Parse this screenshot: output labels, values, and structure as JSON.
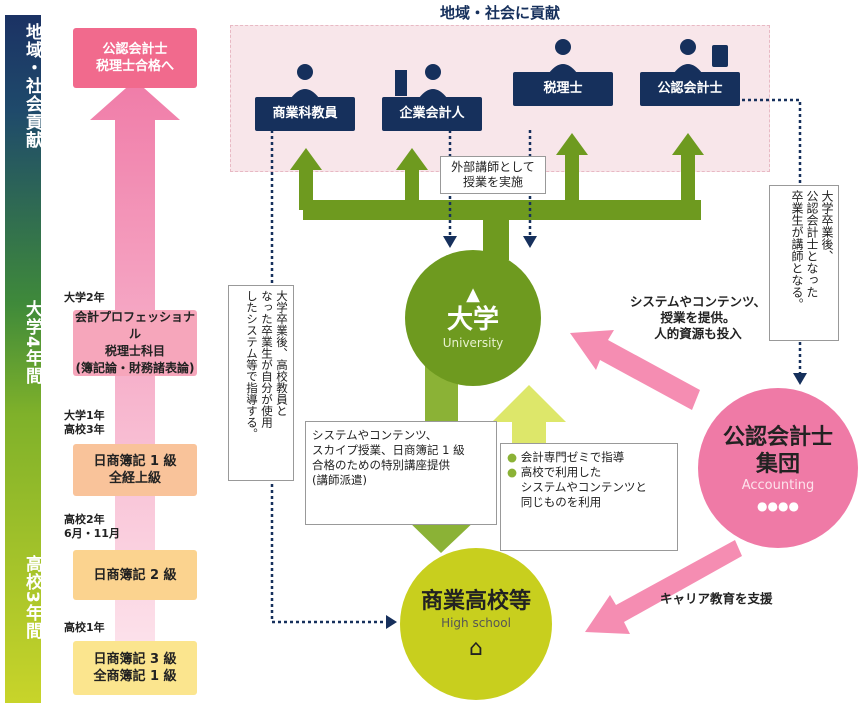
{
  "top_title": "地域・社会に貢献",
  "left_bar": {
    "community": "地域・社会貢献",
    "university": "大学4年間",
    "highschool": "高校3年間"
  },
  "steps": [
    {
      "label": "公認会計士\n税理士合格へ"
    },
    {
      "year": "大学2年",
      "label": "会計プロフェッショナル\n税理士科目\n(簿記論・財務諸表論)"
    },
    {
      "year": "大学1年\n高校3年",
      "label": "日商簿記 1 級\n全経上級"
    },
    {
      "year": "高校2年\n6月・11月",
      "label": "日商簿記 2 級"
    },
    {
      "year": "高校1年",
      "label": "日商簿記 3 級\n全商簿記 1 級"
    }
  ],
  "roles": [
    "商業科教員",
    "企業会計人",
    "税理士",
    "公認会計士"
  ],
  "notes": {
    "lecturer": "外部講師として\n授業を実施",
    "cpa_grads": "大学卒業後、\n公認会計士となった\n卒業生が講師となる。",
    "teacher_grads": "大学卒業後、高校教員と\nなった卒業生が自分が使用\nしたシステム等で指導する。",
    "special_course": "システムやコンテンツ、\nスカイプ授業、日商簿記 1 級\n合格のための特別講座提供\n(講師派遣)",
    "seminar_1": "会計専門ゼミで指導",
    "seminar_2": "高校で利用した\nシステムやコンテンツと\n同じものを利用"
  },
  "university": {
    "title": "大学",
    "subtitle": "University"
  },
  "highschool": {
    "title": "商業高校等",
    "subtitle": "High school"
  },
  "accounting": {
    "title": "公認会計士\n集団",
    "subtitle": "Accounting"
  },
  "labels": {
    "provide": "システムやコンテンツ、\n授業を提供。\n人的資源も投入",
    "career": "キャリア教育を支援"
  },
  "colors": {
    "navy": "#16305c",
    "green": "#6e9a1f",
    "lime": "#c8cf1e",
    "pink": "#ef7aa6",
    "zone": "#f8e6ea"
  }
}
